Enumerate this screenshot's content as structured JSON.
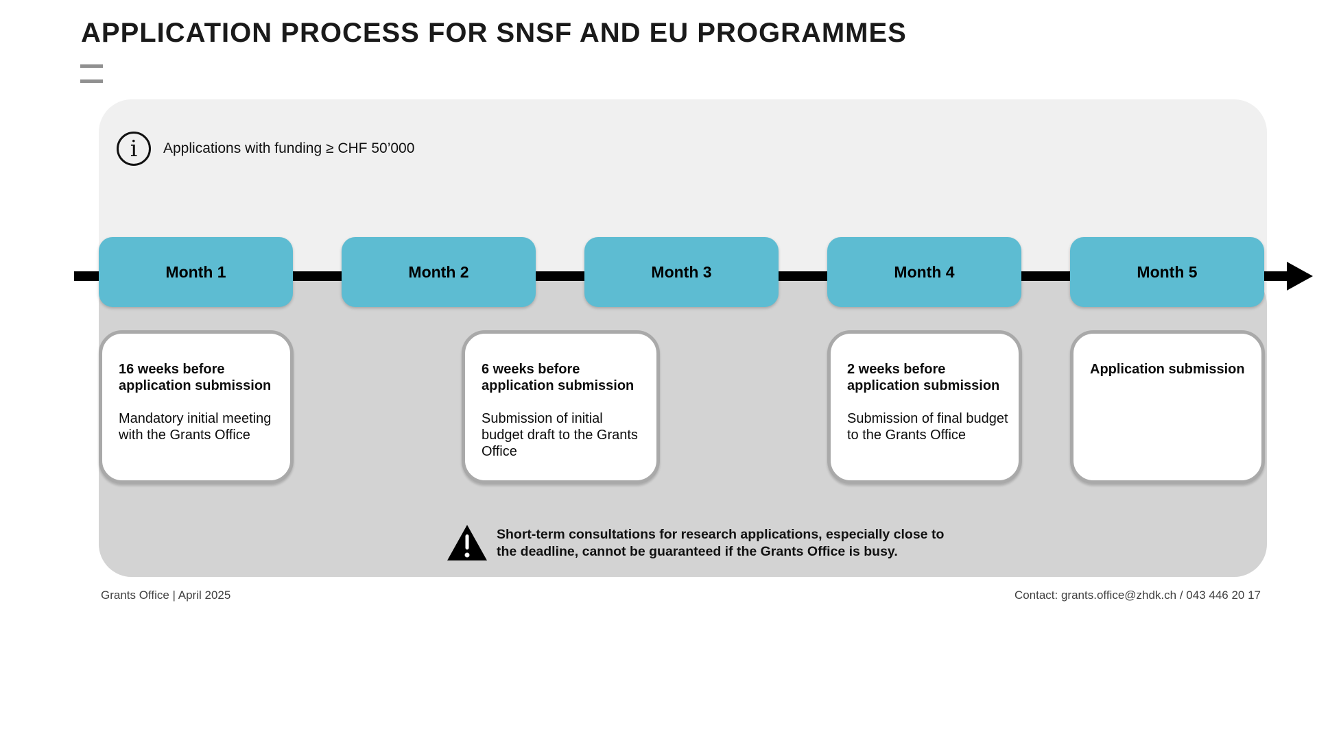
{
  "title": "APPLICATION PROCESS FOR SNSF AND EU PROGRAMMES",
  "info": {
    "icon_glyph": "i",
    "text": "Applications with funding ≥ CHF 50’000"
  },
  "timeline": {
    "months": [
      "Month 1",
      "Month 2",
      "Month 3",
      "Month 4",
      "Month 5"
    ]
  },
  "cards": [
    {
      "heading": "16 weeks before application submission",
      "body": "Mandatory initial meeting with the Grants Office"
    },
    {
      "heading": "6 weeks before application submission",
      "body": "Submission of initial budget draft to the Grants Office"
    },
    {
      "heading": "2 weeks before application submission",
      "body": "Submission of final budget to the Grants Office"
    },
    {
      "heading": "Application submission",
      "body": ""
    }
  ],
  "warning": {
    "line1": "Short-term consultations for research applications, especially close to",
    "line2": "the deadline, cannot be guaranteed if the Grants Office is busy."
  },
  "footer": {
    "left": "Grants Office | April 2025",
    "right": "Contact: grants.office@zhdk.ch / 043 446 20 17"
  },
  "colors": {
    "accent_teal": "#5dbcd2",
    "panel_light": "#f0f0f0",
    "panel_dark": "#d3d3d3",
    "card_border": "#a9a9a9",
    "timeline_black": "#000000"
  }
}
